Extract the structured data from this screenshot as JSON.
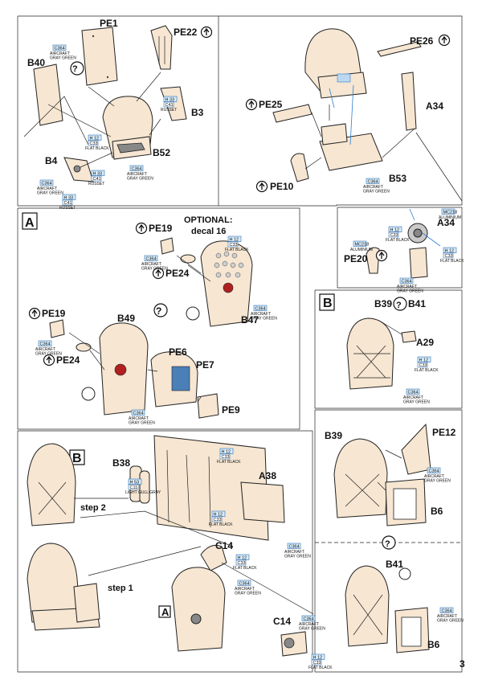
{
  "page_number": "3",
  "panel1": {
    "labels": {
      "pe1": "PE1",
      "pe22": "PE22",
      "b40": "B40",
      "b3": "B3",
      "b52": "B52",
      "b4": "B4"
    },
    "callouts": [
      {
        "code": "C364",
        "lines": [
          "AIRCRAFT",
          "GRAY GREEN"
        ]
      },
      {
        "code": "C364",
        "lines": [
          "AIRCRAFT",
          "GRAY GREEN"
        ]
      },
      {
        "code": "H 33",
        "lines": [
          "RUSSET"
        ],
        "sub": "C41"
      },
      {
        "code": "H 12",
        "lines": [
          "FLAT BLACK"
        ],
        "sub": "C33"
      },
      {
        "code": "H 33",
        "lines": [
          "RUSSET"
        ],
        "sub": "C41"
      },
      {
        "code": "C364",
        "lines": [
          "AIRCRAFT",
          "GRAY GREEN"
        ]
      },
      {
        "code": "H 33",
        "lines": [
          "RUSSET"
        ],
        "sub": "C41"
      }
    ]
  },
  "panel2": {
    "labels": {
      "pe26": "PE26",
      "pe25": "PE25",
      "a34": "A34",
      "pe10": "PE10",
      "b53": "B53"
    },
    "callouts": [
      {
        "code": "C364",
        "lines": [
          "AIRCRAFT",
          "GRAY GREEN"
        ]
      }
    ]
  },
  "panelA": {
    "letter": "A",
    "optional": "OPTIONAL:",
    "decal": "decal 16",
    "labels": {
      "pe19a": "PE19",
      "pe24a": "PE24",
      "b47": "B47",
      "pe19b": "PE19",
      "pe24b": "PE24",
      "b49": "B49",
      "pe6": "PE6",
      "pe7": "PE7",
      "pe9": "PE9"
    },
    "callouts": [
      {
        "code": "H 12",
        "lines": [
          "FLAT BLACK"
        ],
        "sub": "C33"
      },
      {
        "code": "C364",
        "lines": [
          "AIRCRAFT",
          "GRAY GREEN"
        ]
      },
      {
        "code": "C364",
        "lines": [
          "AIRCRAFT",
          "GRAY GREEN"
        ]
      },
      {
        "code": "C364",
        "lines": [
          "AIRCRAFT",
          "GRAY GREEN"
        ]
      },
      {
        "code": "C364",
        "lines": [
          "AIRCRAFT",
          "GRAY GREEN"
        ]
      }
    ]
  },
  "panelA34": {
    "labels": {
      "a34": "A34",
      "pe20": "PE20"
    },
    "callouts": [
      {
        "code": "MC218",
        "lines": [
          "ALUMINIUM"
        ]
      },
      {
        "code": "MC218",
        "lines": [
          "ALUMINIUM"
        ]
      },
      {
        "code": "H 12",
        "lines": [
          "FLAT BLACK"
        ],
        "sub": "C33"
      },
      {
        "code": "H 12",
        "lines": [
          "FLAT BLACK"
        ],
        "sub": "C33"
      },
      {
        "code": "C364",
        "lines": [
          "AIRCRAFT",
          "GRAY GREEN"
        ]
      }
    ]
  },
  "panelB": {
    "letter": "B",
    "labels": {
      "b39": "B39",
      "b41": "B41",
      "a29": "A29"
    },
    "callouts": [
      {
        "code": "H 12",
        "lines": [
          "FLAT BLACK"
        ],
        "sub": "C33"
      },
      {
        "code": "C364",
        "lines": [
          "AIRCRAFT",
          "GRAY GREEN"
        ]
      }
    ]
  },
  "panelB2": {
    "labels": {
      "b39": "B39",
      "pe12": "PE12",
      "b6": "B6"
    },
    "callouts": [
      {
        "code": "C364",
        "lines": [
          "AIRCRAFT",
          "GRAY GREEN"
        ]
      }
    ]
  },
  "panelB3": {
    "labels": {
      "b41": "B41",
      "b6": "B6"
    },
    "callouts": [
      {
        "code": "C364",
        "lines": [
          "AIRCRAFT",
          "GRAY GREEN"
        ]
      }
    ]
  },
  "panelMain": {
    "b_ref": "B",
    "a_ref": "A",
    "labels": {
      "b38": "B38",
      "a38": "A38",
      "step2": "step 2",
      "step1": "step 1",
      "c14": "C14",
      "c14b": "C14"
    },
    "callouts": [
      {
        "code": "H 12",
        "lines": [
          "FLAT BLACK"
        ],
        "sub": "C33"
      },
      {
        "code": "H 53",
        "lines": [
          "LIGHT GULL GRAY"
        ],
        "sub": "C11"
      },
      {
        "code": "H 12",
        "lines": [
          "FLAT BLACK"
        ],
        "sub": "C33"
      },
      {
        "code": "C364",
        "lines": [
          "AIRCRAFT",
          "GRAY GREEN"
        ]
      },
      {
        "code": "H 12",
        "lines": [
          "FLAT BLACK"
        ],
        "sub": "C33"
      },
      {
        "code": "C364",
        "lines": [
          "AIRCRAFT",
          "GRAY GREEN"
        ]
      },
      {
        "code": "C364",
        "lines": [
          "AIRCRAFT",
          "GRAY GREEN"
        ]
      },
      {
        "code": "H 12",
        "lines": [
          "FLAT BLACK"
        ],
        "sub": "C33"
      }
    ]
  },
  "symbols": {
    "question": "?",
    "photoetch": "↑"
  }
}
